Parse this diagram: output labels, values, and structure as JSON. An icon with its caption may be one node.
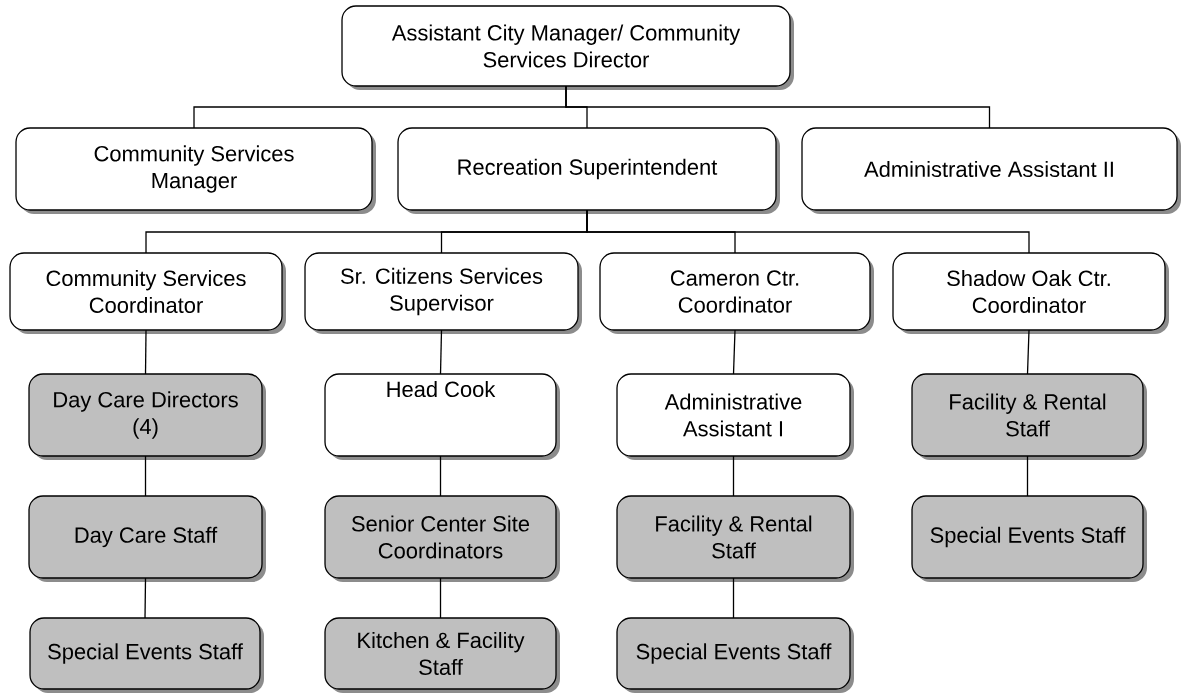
{
  "diagram": {
    "nodes": [
      {
        "text": [
          "Assistant City Manager/ Community Services Director"
        ]
      },
      {
        "text": [
          "Community Services Manager"
        ]
      },
      {
        "text": [
          "Recreation Superintendent"
        ]
      },
      {
        "text": [
          "Administrative Assistant II"
        ]
      },
      {
        "text": [
          "Community Services Coordinator"
        ]
      },
      {
        "text": [
          "Sr. Citizens Services Supervisor"
        ]
      },
      {
        "text": [
          "Cameron Ctr. Coordinator"
        ]
      },
      {
        "text": [
          "Shadow Oak Ctr. Coordinator"
        ]
      },
      {
        "text": [
          "Day Care Directors (4)"
        ]
      },
      {
        "text": [
          "Head Cook"
        ]
      },
      {
        "text": [
          "Administrative Assistant I"
        ]
      },
      {
        "text": [
          "Facility & Rental Staff"
        ]
      },
      {
        "text": [
          "Day Care Staff"
        ]
      },
      {
        "text": [
          "Senior Center Site Coordinators"
        ]
      },
      {
        "text": [
          "Facility & Rental Staff"
        ]
      },
      {
        "text": [
          "Special Events Staff"
        ]
      },
      {
        "text": [
          "Special Events Staff"
        ]
      },
      {
        "text": [
          "Kitchen & Facility Staff"
        ]
      },
      {
        "text": [
          "Special Events Staff"
        ]
      }
    ],
    "edges": [
      {
        "from": 0,
        "to": 1,
        "arrow": "none"
      },
      {
        "from": 0,
        "to": 2,
        "arrow": "none"
      },
      {
        "from": 0,
        "to": 3,
        "arrow": "none"
      },
      {
        "from": 2,
        "to": 4,
        "arrow": "none"
      },
      {
        "from": 2,
        "to": 5,
        "arrow": "none"
      },
      {
        "from": 2,
        "to": 6,
        "arrow": "none"
      },
      {
        "from": 2,
        "to": 7,
        "arrow": "none"
      },
      {
        "from": 4,
        "to": 8,
        "arrow": "none"
      },
      {
        "from": 8,
        "to": 12,
        "arrow": "none"
      },
      {
        "from": 12,
        "to": 16,
        "arrow": "none"
      },
      {
        "from": 5,
        "to": 9,
        "arrow": "none"
      },
      {
        "from": 9,
        "to": 13,
        "arrow": "none"
      },
      {
        "from": 13,
        "to": 17,
        "arrow": "none"
      },
      {
        "from": 6,
        "to": 10,
        "arrow": "none"
      },
      {
        "from": 10,
        "to": 14,
        "arrow": "none"
      },
      {
        "from": 14,
        "to": 18,
        "arrow": "none"
      },
      {
        "from": 7,
        "to": 11,
        "arrow": "none"
      },
      {
        "from": 11,
        "to": 15,
        "arrow": "none"
      }
    ]
  }
}
